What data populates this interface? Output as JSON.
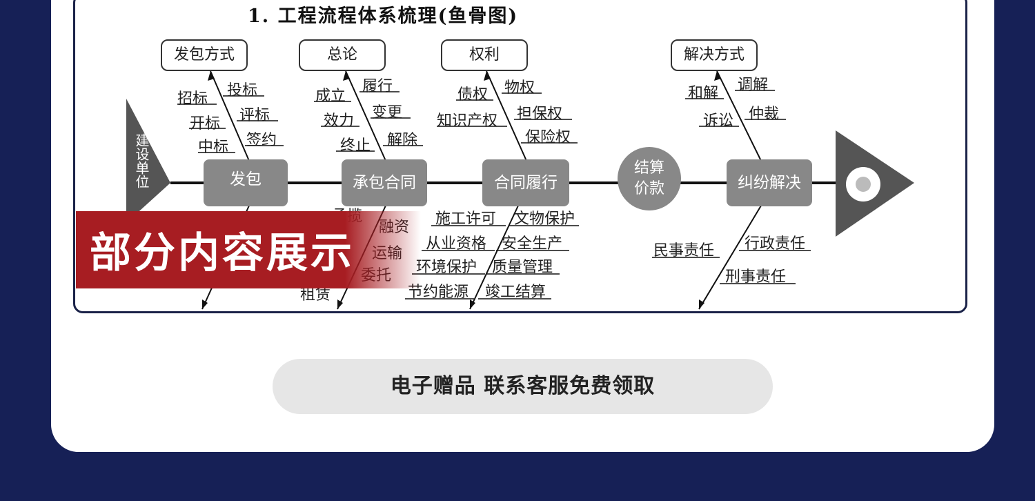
{
  "title": "1. 工程流程体系梳理(鱼骨图)",
  "head_label": "建设单位",
  "top_boxes": [
    "发包方式",
    "总论",
    "权利",
    "解决方式"
  ],
  "spine_nodes": [
    "发包",
    "承包合同",
    "合同履行",
    "结算价款",
    "纠纷解决"
  ],
  "branch_labels": {
    "fabao_left": [
      "招标",
      "开标",
      "中标"
    ],
    "fabao_right": [
      "投标",
      "评标",
      "签约"
    ],
    "zonglun_left": [
      "成立",
      "效力",
      "终止"
    ],
    "zonglun_right": [
      "履行",
      "变更",
      "解除"
    ],
    "quanli_left": [
      "债权",
      "知识产权"
    ],
    "quanli_right": [
      "物权",
      "担保权",
      "保险权"
    ],
    "jiejue_left": [
      "和解",
      "诉讼"
    ],
    "jiejue_right": [
      "调解",
      "仲裁"
    ],
    "contract_bottom": [
      "承揽",
      "融资",
      "运输",
      "委托",
      "租赁"
    ],
    "perf_bottom_left": [
      "施工许可",
      "从业资格",
      "环境保护",
      "节约能源"
    ],
    "perf_bottom_right": [
      "文物保护",
      "安全生产",
      "质量管理",
      "竣工结算"
    ],
    "liab_left": [
      "民事责任"
    ],
    "liab_right": [
      "行政责任",
      "刑事责任"
    ]
  },
  "overlay_banner": "部分内容展示",
  "cta_pill": "电子赠品 联系客服免费领取",
  "colors": {
    "background": "#162056",
    "banner": "#a71d22",
    "node": "#888888",
    "pill": "#e6e6e6"
  }
}
